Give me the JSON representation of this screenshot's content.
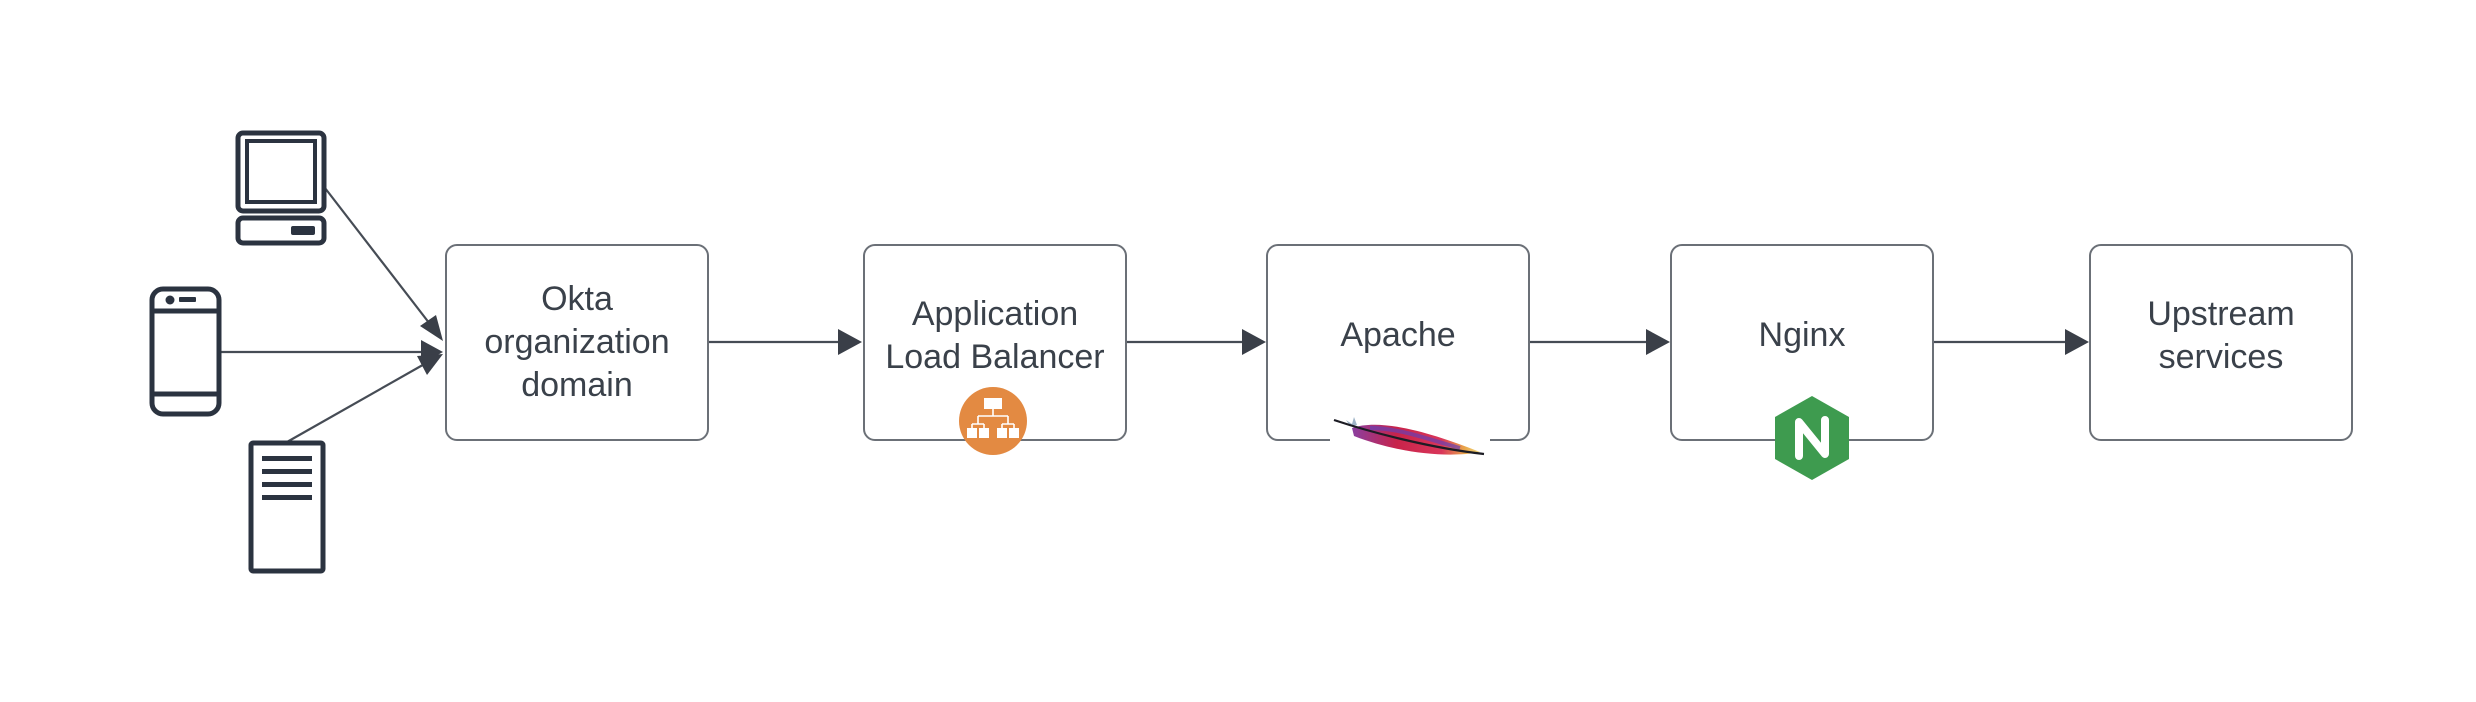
{
  "diagram": {
    "type": "flowchart",
    "direction": "left-to-right",
    "colors": {
      "stroke": "#3a3f48",
      "box_border": "#6b7077",
      "text": "#3a414a",
      "alb_orange": "#e38a42",
      "nginx_green": "#3e9b4f",
      "background": "#ffffff"
    },
    "clients": [
      {
        "id": "desktop",
        "icon": "desktop-computer-icon"
      },
      {
        "id": "mobile",
        "icon": "mobile-phone-icon"
      },
      {
        "id": "server",
        "icon": "server-icon"
      }
    ],
    "nodes": [
      {
        "id": "okta",
        "label": "Okta\norganization\ndomain",
        "badge": null
      },
      {
        "id": "alb",
        "label": "Application\nLoad Balancer",
        "badge": "alb-hierarchy-icon"
      },
      {
        "id": "apache",
        "label": "Apache",
        "badge": "apache-feather-icon"
      },
      {
        "id": "nginx",
        "label": "Nginx",
        "badge": "nginx-hexagon-icon"
      },
      {
        "id": "upstream",
        "label": "Upstream\nservices",
        "badge": null
      }
    ],
    "badges": {
      "nginx_letter": "N"
    },
    "edges": [
      {
        "from": "desktop",
        "to": "okta"
      },
      {
        "from": "mobile",
        "to": "okta"
      },
      {
        "from": "server",
        "to": "okta"
      },
      {
        "from": "okta",
        "to": "alb"
      },
      {
        "from": "alb",
        "to": "apache"
      },
      {
        "from": "apache",
        "to": "nginx"
      },
      {
        "from": "nginx",
        "to": "upstream"
      }
    ]
  }
}
